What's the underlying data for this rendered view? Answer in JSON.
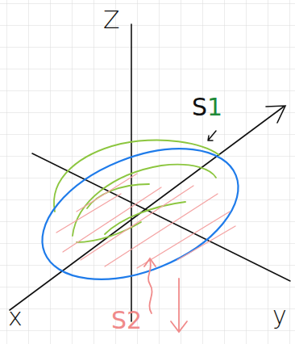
{
  "diagram": {
    "labels": [
      "Z",
      "S1",
      "x",
      "y",
      "S2"
    ]
  }
}
